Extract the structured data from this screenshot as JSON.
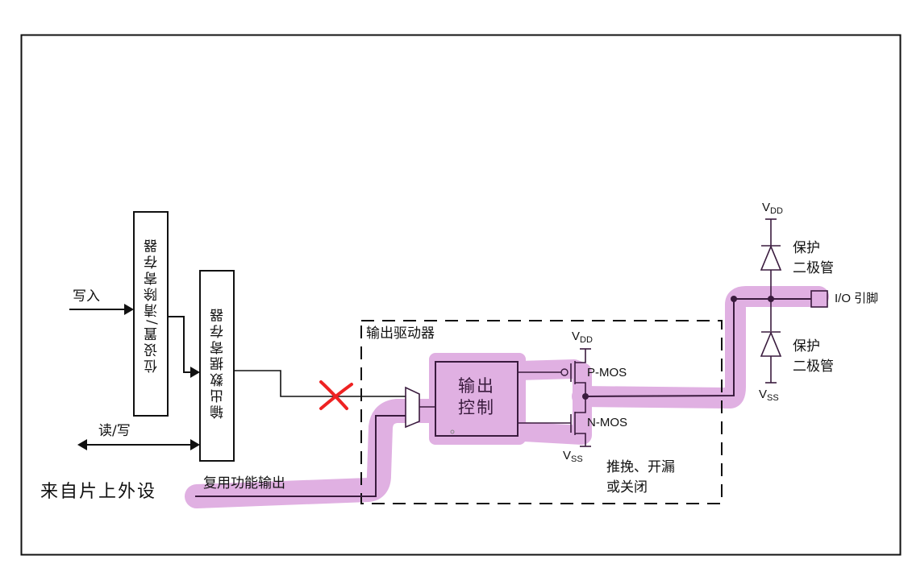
{
  "diagram": {
    "type": "gpio-output-circuit",
    "labels": {
      "write": "写入",
      "read_write": "读/写",
      "from_peripheral": "来自片上外设",
      "alt_function_output": "复用功能输出",
      "bit_set_reset_register": "位设置/清除寄存器",
      "output_data_register": "输出数据寄存器",
      "output_driver": "输出驱动器",
      "output_control": [
        "输出",
        "控制"
      ],
      "vdd": "V",
      "vdd_sub": "DD",
      "vss": "V",
      "vss_sub": "SS",
      "pmos": "P-MOS",
      "nmos": "N-MOS",
      "mode": [
        "推挽、开漏",
        "或关闭"
      ],
      "protect_diode": [
        "保护",
        "二极管"
      ],
      "io_pin": "I/O 引脚"
    },
    "annotations": {
      "highlight_color": "#e0b0e2",
      "wire_color": "#3a1b3e",
      "cross_mark_color": "#ee2222",
      "cross_mark_meaning": "output data register path disabled"
    }
  }
}
